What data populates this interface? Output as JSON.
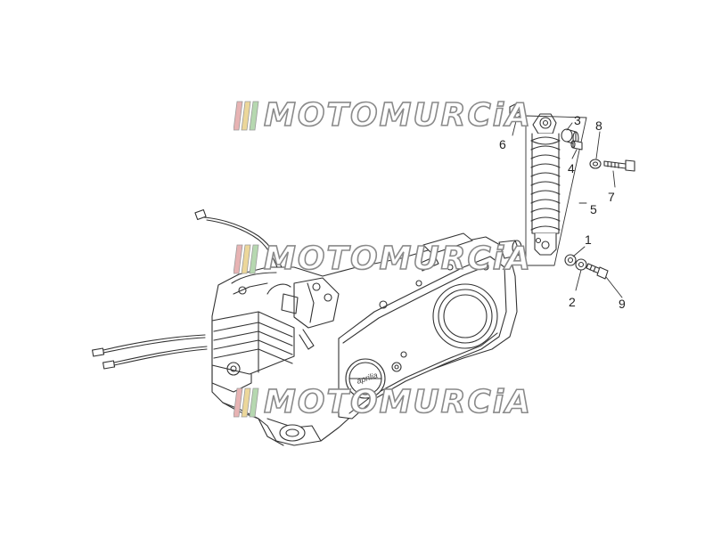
{
  "watermark": {
    "text": "MOTOMURCiA",
    "stripe_colors": [
      "#e7b3b3",
      "#ecd79a",
      "#b6d8b0"
    ]
  },
  "callouts": [
    {
      "num": "1"
    },
    {
      "num": "2"
    },
    {
      "num": "3"
    },
    {
      "num": "4"
    },
    {
      "num": "5"
    },
    {
      "num": "6"
    },
    {
      "num": "7"
    },
    {
      "num": "8"
    },
    {
      "num": "9"
    }
  ],
  "engine_cover_logo": "aprilia",
  "colors": {
    "line": "#333333",
    "fill": "#ffffff"
  }
}
